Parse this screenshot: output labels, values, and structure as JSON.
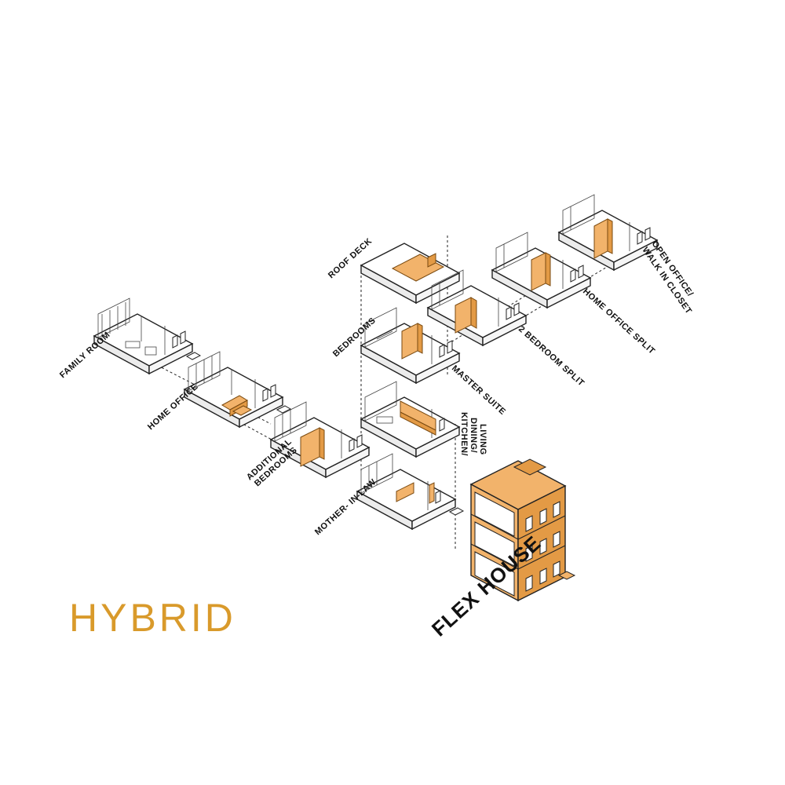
{
  "colors": {
    "accent": "#f2b36b",
    "accent_dark": "#e39a45",
    "brand": "#d99a2b",
    "line": "#222222"
  },
  "brand_text": "HYBRID",
  "building_label": "FLEX HOUSE",
  "modules": [
    {
      "id": "family-room",
      "label": "FAMILY ROOM",
      "accent": "none"
    },
    {
      "id": "home-office",
      "label": "HOME OFFICE",
      "accent": "desk"
    },
    {
      "id": "additional-bedrooms",
      "label": "ADDITIONAL BEDROOMS",
      "accent": "wall"
    },
    {
      "id": "mother-in-law",
      "label": "MOTHER- IN-LAW",
      "accent": "kitchen"
    },
    {
      "id": "kitchen-dining-living",
      "label": "KITCHEN/ DINING/ LIVING",
      "accent": "cabinet"
    },
    {
      "id": "bedrooms",
      "label": "BEDROOMS",
      "accent": "wall"
    },
    {
      "id": "master-suite",
      "label": "MASTER SUITE",
      "accent": "none"
    },
    {
      "id": "roof-deck",
      "label": "ROOF DECK",
      "accent": "deck"
    },
    {
      "id": "2-bedroom-split",
      "label": "2 BEDROOM SPLIT",
      "accent": "wall"
    },
    {
      "id": "home-office-split",
      "label": "HOME OFFICE SPLIT",
      "accent": "wall"
    },
    {
      "id": "open-office-walk-in-closet",
      "label": "OPEN OFFICE/ WALK IN CLOSET",
      "accent": "wall"
    }
  ],
  "labels": {
    "family_room": "FAMILY ROOM",
    "home_office": "HOME OFFICE",
    "additional_1": "ADDITIONAL",
    "additional_2": "BEDROOMS",
    "mother_in_law": "MOTHER- IN-LAW",
    "kitchen_1": "KITCHEN/",
    "kitchen_2": "DINING/",
    "kitchen_3": "LIVING",
    "bedrooms": "BEDROOMS",
    "master_suite": "MASTER SUITE",
    "roof_deck": "ROOF DECK",
    "two_bedroom_split": "2 BEDROOM SPLIT",
    "home_office_split": "HOME OFFICE SPLIT",
    "open_office_1": "OPEN OFFICE/",
    "open_office_2": "WALK IN CLOSET"
  }
}
